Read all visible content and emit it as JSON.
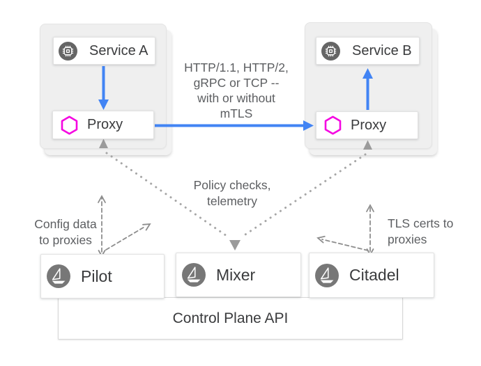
{
  "diagram_kind": "service-mesh-architecture",
  "colors": {
    "arrow_blue": "#4284f4",
    "proxy_hexagon_magenta": "#f505e1",
    "service_icon_gray": "#656565",
    "istio_sail_icon_gray": "#777777",
    "container_gray": "#efefef",
    "label_text_dark": "#3a3b3d",
    "annotation_text_gray": "#5c5e61",
    "dotted_line_gray": "#a6a6a6",
    "dashed_line_gray": "#8d8d8d",
    "gray_arrowhead": "#9b9b9b"
  },
  "icons": {
    "service": "cpu-chip-icon",
    "proxy": "hexagon-icon",
    "control_component": "istio-sail-icon"
  },
  "data_plane": {
    "left_container": {
      "service": {
        "label": "Service A"
      },
      "proxy": {
        "label": "Proxy"
      }
    },
    "right_container": {
      "service": {
        "label": "Service B"
      },
      "proxy": {
        "label": "Proxy"
      }
    }
  },
  "annotations": {
    "traffic_lines": [
      "HTTP/1.1, HTTP/2,",
      "gRPC or TCP --",
      "with or without",
      "mTLS"
    ],
    "policy_lines": [
      "Policy checks,",
      "telemetry"
    ],
    "config_lines": [
      "Config data",
      "to proxies"
    ],
    "tls_lines": [
      "TLS certs to",
      "proxies"
    ]
  },
  "control_plane": {
    "pilot": {
      "label": "Pilot"
    },
    "mixer": {
      "label": "Mixer"
    },
    "citadel": {
      "label": "Citadel"
    },
    "api": {
      "label": "Control Plane API"
    }
  }
}
